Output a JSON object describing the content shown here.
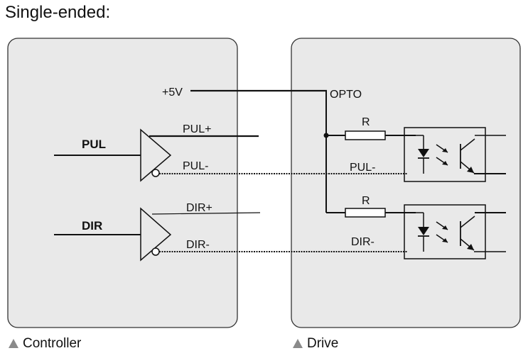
{
  "title": "Single-ended:",
  "controller": {
    "caption": "Controller",
    "pul_label": "PUL",
    "dir_label": "DIR",
    "pul_plus": "PUL+",
    "pul_minus": "PUL-",
    "dir_plus": "DIR+",
    "dir_minus": "DIR-"
  },
  "power_label": "+5V",
  "drive": {
    "caption": "Drive",
    "opto_label": "OPTO",
    "resistor_1": "R",
    "resistor_2": "R",
    "pul_minus": "PUL-",
    "dir_minus": "DIR-"
  },
  "caption_icon": "warning-triangle-icon"
}
